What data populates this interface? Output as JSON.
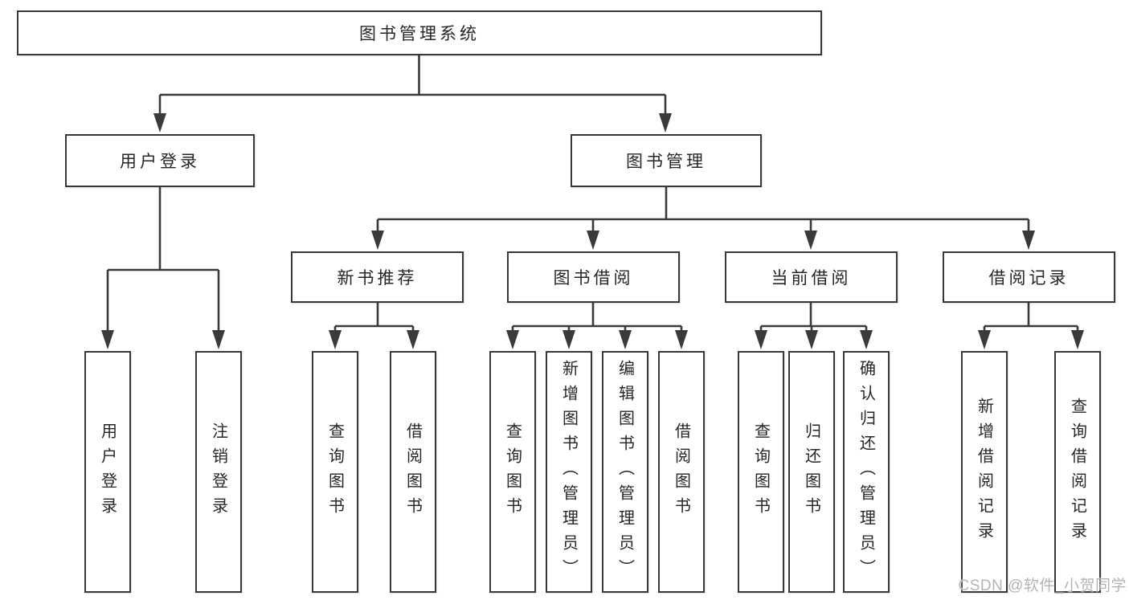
{
  "tree": {
    "root": "图书管理系统",
    "children": [
      {
        "label": "用户登录",
        "children": [
          "用户登录",
          "注销登录"
        ]
      },
      {
        "label": "图书管理",
        "children": [
          {
            "label": "新书推荐",
            "children": [
              "查询图书",
              "借阅图书"
            ]
          },
          {
            "label": "图书借阅",
            "children": [
              "查询图书",
              "新增图书（管理员）",
              "编辑图书（管理员）",
              "借阅图书"
            ]
          },
          {
            "label": "当前借阅",
            "children": [
              "查询图书",
              "归还图书",
              "确认归还（管理员）"
            ]
          },
          {
            "label": "借阅记录",
            "children": [
              "新增借阅记录",
              "查询借阅记录"
            ]
          }
        ]
      }
    ]
  },
  "watermark": "CSDN @软件_小贺同学",
  "colors": {
    "line": "#3a3a3a",
    "box_border": "#383838",
    "text": "#262626",
    "watermark_text": "#b4b4b4",
    "background": "#ffffff"
  }
}
